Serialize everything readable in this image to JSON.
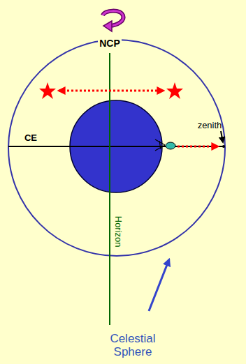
{
  "diagram": {
    "labels": [
      "NCP",
      "zenith",
      "CE",
      "Horizon",
      "Celestial Sphere"
    ]
  }
}
